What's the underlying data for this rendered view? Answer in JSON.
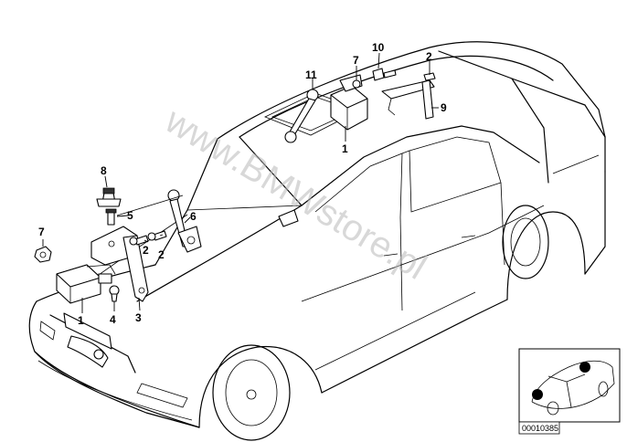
{
  "watermark": "www.BMWstore.pl",
  "diagram_ref": "00010385",
  "callouts": [
    {
      "id": "c1a",
      "label": "1"
    },
    {
      "id": "c1b",
      "label": "1"
    },
    {
      "id": "c2a",
      "label": "2"
    },
    {
      "id": "c2b",
      "label": "2"
    },
    {
      "id": "c2c",
      "label": "2"
    },
    {
      "id": "c3",
      "label": "3"
    },
    {
      "id": "c4",
      "label": "4"
    },
    {
      "id": "c5",
      "label": "5"
    },
    {
      "id": "c6",
      "label": "6"
    },
    {
      "id": "c7a",
      "label": "7"
    },
    {
      "id": "c7b",
      "label": "7"
    },
    {
      "id": "c8",
      "label": "8"
    },
    {
      "id": "c9",
      "label": "9"
    },
    {
      "id": "c10",
      "label": "10"
    },
    {
      "id": "c11",
      "label": "11"
    }
  ]
}
